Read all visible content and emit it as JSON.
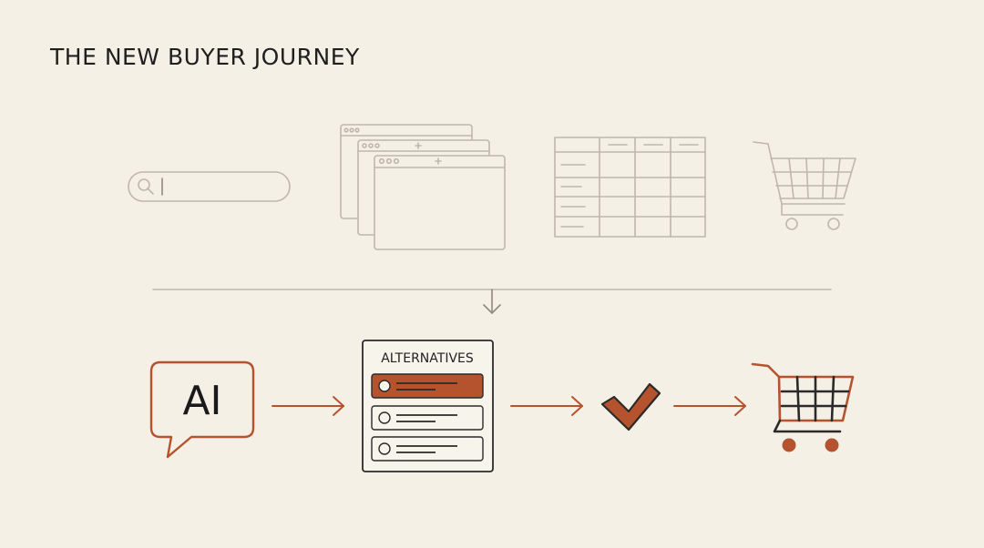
{
  "title": "THE NEW BUYER JOURNEY",
  "old_journey": {
    "steps": [
      "search-bar-icon",
      "browser-windows-icon",
      "comparison-table-icon",
      "shopping-cart-icon"
    ]
  },
  "new_journey": {
    "ai_bubble_label": "AI",
    "alternatives_title": "ALTERNATIVES",
    "steps": [
      "ai-chat-bubble-icon",
      "alternatives-list",
      "checkmark-icon",
      "shopping-cart-icon"
    ]
  },
  "colors": {
    "background": "#f4f0e6",
    "accent": "#b5532f",
    "faded_line": "#bdb8ab",
    "dark_line": "#2a2a2a"
  }
}
